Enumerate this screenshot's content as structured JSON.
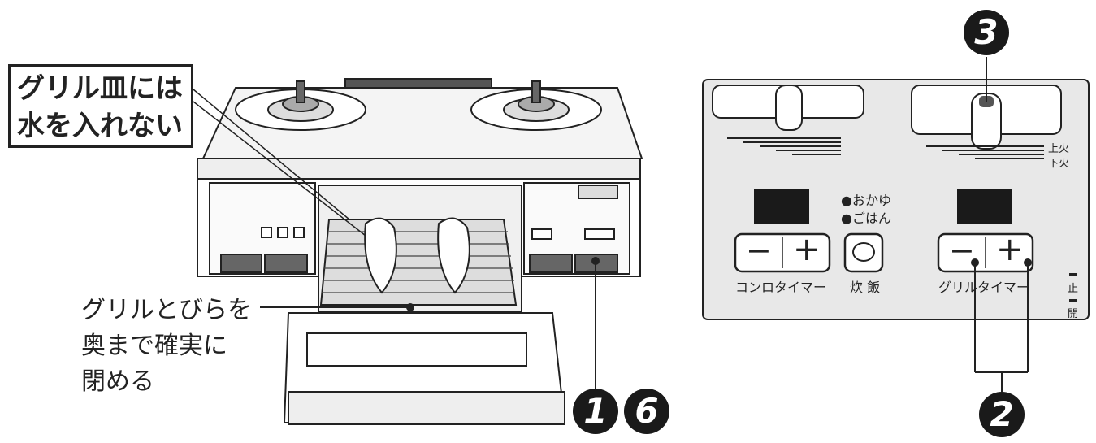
{
  "callout": {
    "line1": "グリル皿には",
    "line2": "水を入れない"
  },
  "door_note": {
    "line1": "グリルとびらを",
    "line2": "奥まで確実に",
    "line3": "閉める"
  },
  "panel": {
    "rice_option_1": "●おかゆ",
    "rice_option_2": "●ごはん",
    "stove_timer_label": "コンロタイマー",
    "rice_button_label": "炊 飯",
    "grill_timer_label": "グリルタイマー",
    "upper_fire": "上火",
    "lower_fire": "下火",
    "stop": "止",
    "open": "開",
    "minus": "−",
    "plus": "+"
  },
  "steps": {
    "s1": "1",
    "s6": "6",
    "s3": "3",
    "s2": "2"
  }
}
